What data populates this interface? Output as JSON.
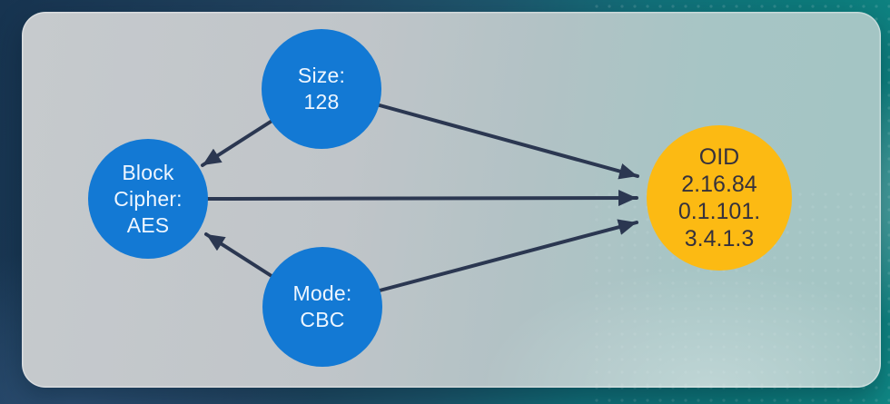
{
  "diagram": {
    "arrow_color": "#2b3751",
    "nodes": {
      "size": {
        "id": "size",
        "label_lines": [
          "Size:",
          "128"
        ],
        "fill": "#1379d4",
        "text_color": "#eef6ff"
      },
      "block_cipher": {
        "id": "block-cipher",
        "label_lines": [
          "Block",
          "Cipher:",
          "AES"
        ],
        "fill": "#1379d4",
        "text_color": "#eef6ff"
      },
      "mode": {
        "id": "mode",
        "label_lines": [
          "Mode:",
          "CBC"
        ],
        "fill": "#1379d4",
        "text_color": "#eef6ff"
      },
      "oid": {
        "id": "oid",
        "label_lines": [
          "OID",
          "2.16.84",
          "0.1.101.",
          "3.4.1.3"
        ],
        "fill": "#fcba13",
        "text_color": "#35313c"
      }
    },
    "edges": [
      {
        "from": "size",
        "to": "block_cipher"
      },
      {
        "from": "size",
        "to": "oid"
      },
      {
        "from": "block_cipher",
        "to": "oid"
      },
      {
        "from": "mode",
        "to": "block_cipher"
      },
      {
        "from": "mode",
        "to": "oid"
      }
    ],
    "colors": {
      "background_navy": "#173450",
      "background_teal": "#0d7a7b",
      "card": "#b9c4c7"
    }
  }
}
